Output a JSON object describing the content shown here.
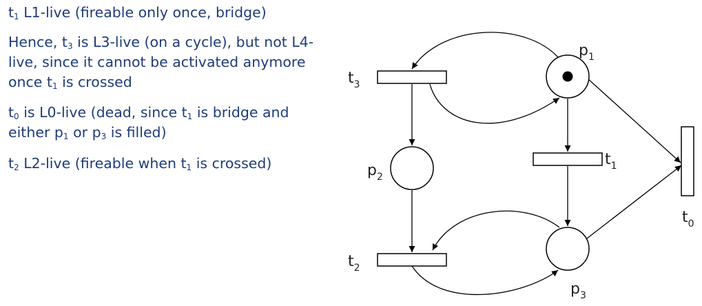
{
  "notes": [
    {
      "segments": [
        {
          "t": "t"
        },
        {
          "t": "1",
          "sub": true
        },
        {
          "t": " L1-live (fireable only once, bridge)"
        }
      ]
    },
    {
      "segments": [
        {
          "t": "Hence, t"
        },
        {
          "t": "3",
          "sub": true
        },
        {
          "t": " is L3-live (on a cycle), but not L4-"
        },
        {
          "br": true
        },
        {
          "t": "live, since it cannot be activated anymore"
        },
        {
          "br": true
        },
        {
          "t": "once t"
        },
        {
          "t": "1",
          "sub": true
        },
        {
          "t": " is crossed"
        }
      ]
    },
    {
      "segments": [
        {
          "t": "t"
        },
        {
          "t": "0",
          "sub": true
        },
        {
          "t": " is L0-live (dead, since t"
        },
        {
          "t": "1",
          "sub": true
        },
        {
          "t": " is bridge and"
        },
        {
          "br": true
        },
        {
          "t": "either p"
        },
        {
          "t": "1",
          "sub": true
        },
        {
          "t": " or p"
        },
        {
          "t": "3",
          "sub": true
        },
        {
          "t": " is filled)"
        }
      ]
    },
    {
      "segments": [
        {
          "t": "t"
        },
        {
          "t": "2",
          "sub": true
        },
        {
          "t": " L2-live (fireable when  t"
        },
        {
          "t": "1",
          "sub": true
        },
        {
          "t": " is  crossed)"
        }
      ]
    }
  ],
  "petri_net": {
    "places": [
      {
        "id": "p1",
        "name": "p",
        "index": "1",
        "tokens": 1
      },
      {
        "id": "p2",
        "name": "p",
        "index": "2",
        "tokens": 0
      },
      {
        "id": "p3",
        "name": "p",
        "index": "3",
        "tokens": 0
      }
    ],
    "transitions": [
      {
        "id": "t0",
        "name": "t",
        "index": "0"
      },
      {
        "id": "t1",
        "name": "t",
        "index": "1"
      },
      {
        "id": "t2",
        "name": "t",
        "index": "2"
      },
      {
        "id": "t3",
        "name": "t",
        "index": "3"
      }
    ],
    "arcs": [
      {
        "from": "p1",
        "to": "t3"
      },
      {
        "from": "t3",
        "to": "p1"
      },
      {
        "from": "t3",
        "to": "p2"
      },
      {
        "from": "p2",
        "to": "t2"
      },
      {
        "from": "t2",
        "to": "p3"
      },
      {
        "from": "p3",
        "to": "t2"
      },
      {
        "from": "p1",
        "to": "t1"
      },
      {
        "from": "t1",
        "to": "p3"
      },
      {
        "from": "p1",
        "to": "t0"
      },
      {
        "from": "p3",
        "to": "t0"
      }
    ]
  },
  "colors": {
    "text": "#1f3c7a",
    "diagram": "#000000",
    "label": "#222222"
  }
}
